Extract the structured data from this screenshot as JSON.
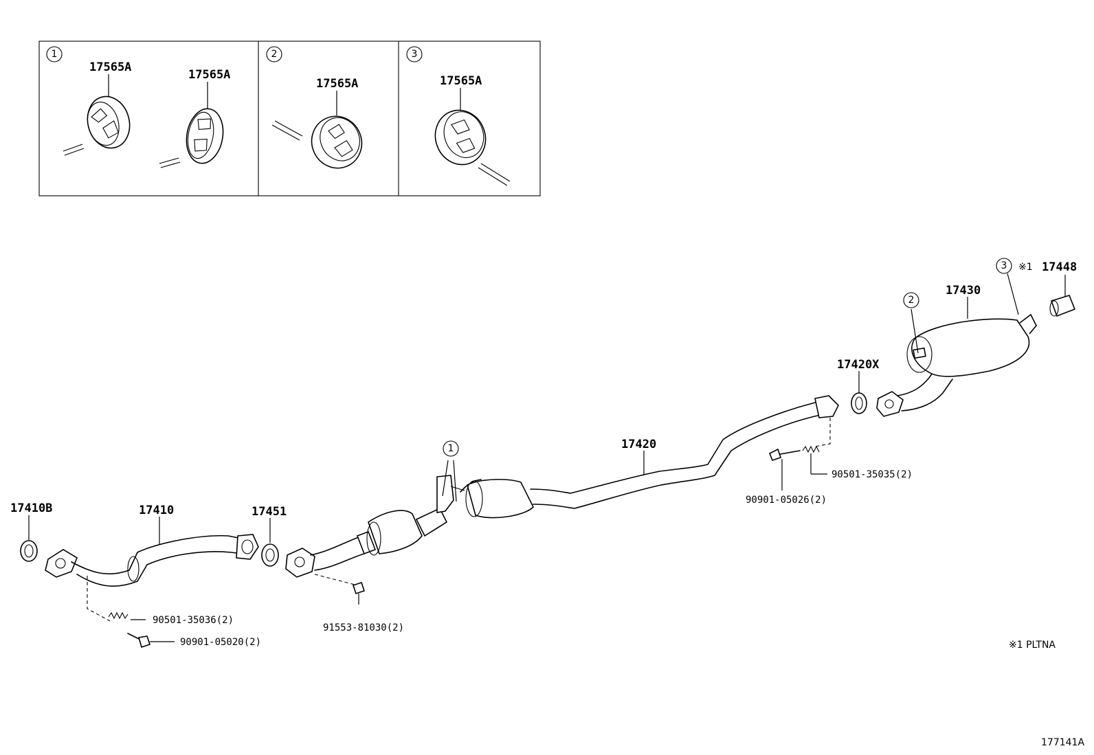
{
  "insets": {
    "inset1": {
      "marker": "1",
      "labels": [
        "17565A",
        "17565A"
      ]
    },
    "inset2": {
      "marker": "2",
      "labels": [
        "17565A"
      ]
    },
    "inset3": {
      "marker": "3",
      "labels": [
        "17565A"
      ]
    }
  },
  "parts": {
    "gasket_front": "17410B",
    "front_pipe": "17410",
    "gasket_mid": "17451",
    "center_pipe": "17420",
    "gasket_rear": "17420X",
    "tail_pipe": "17430",
    "tail_cover": "17448",
    "spring_front": "90501-35036(2)",
    "bolt_front": "90901-05020(2)",
    "nut_cat": "91553-81030(2)",
    "spring_rear": "90501-35035(2)",
    "bolt_rear": "90901-05026(2)"
  },
  "callouts": {
    "c1": "1",
    "c2": "2",
    "c3": "3"
  },
  "notes": {
    "tail_mark": "※1",
    "footnote": "※1 PLTNA",
    "figure_id": "177141A"
  }
}
